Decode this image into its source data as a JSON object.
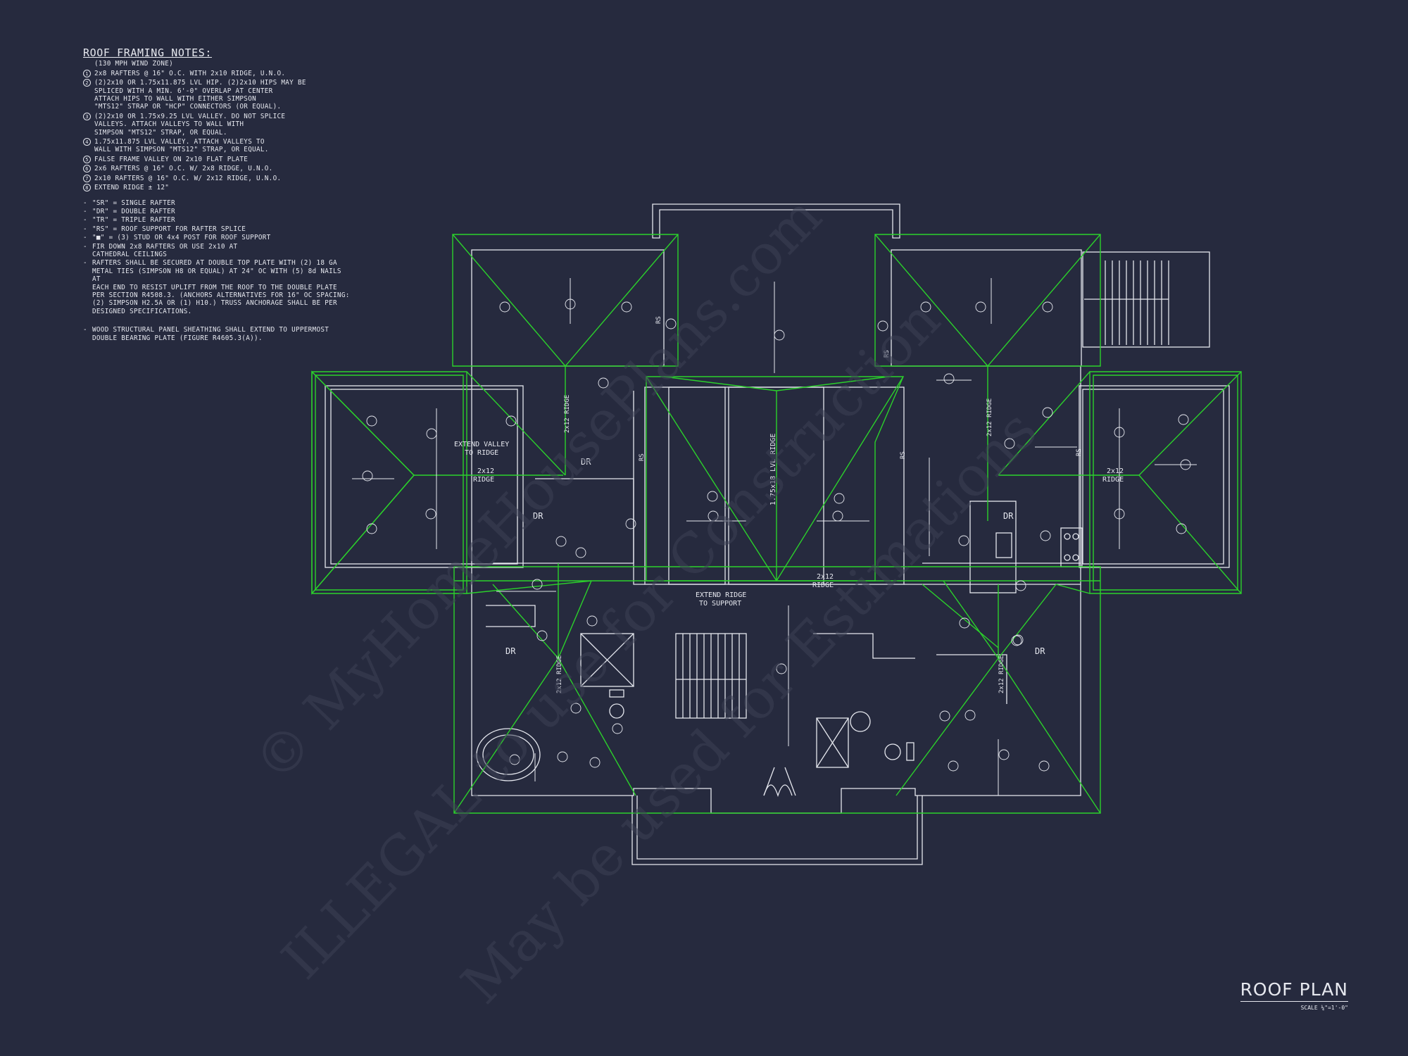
{
  "notes": {
    "title": "ROOF FRAMING NOTES:",
    "subtitle": "(130 MPH WIND ZONE)",
    "numbered": [
      {
        "num": "1",
        "text": "2x8 RAFTERS @ 16\" O.C. WITH 2x10 RIDGE, U.N.O."
      },
      {
        "num": "2",
        "text": "(2)2x10 OR 1.75x11.875 LVL HIP.  (2)2x10 HIPS MAY BE\nSPLICED WITH A MIN. 6'-0\" OVERLAP AT CENTER\nATTACH HIPS TO WALL WITH EITHER SIMPSON\n\"MTS12\" STRAP OR \"HCP\" CONNECTORS (OR EQUAL)."
      },
      {
        "num": "3",
        "text": "(2)2x10 OR 1.75x9.25 LVL VALLEY.  DO NOT SPLICE\nVALLEYS.  ATTACH VALLEYS TO WALL WITH\nSIMPSON \"MTS12\" STRAP, OR EQUAL."
      },
      {
        "num": "4",
        "text": "1.75x11.875 LVL VALLEY.  ATTACH VALLEYS TO\nWALL WITH SIMPSON \"MTS12\" STRAP, OR EQUAL."
      },
      {
        "num": "5",
        "text": "FALSE FRAME VALLEY ON 2x10 FLAT PLATE"
      },
      {
        "num": "6",
        "text": "2x6 RAFTERS @ 16\" O.C. W/ 2x8 RIDGE, U.N.O."
      },
      {
        "num": "7",
        "text": "2x10 RAFTERS @ 16\" O.C. W/ 2x12 RIDGE, U.N.O."
      },
      {
        "num": "8",
        "text": "EXTEND RIDGE ± 12\""
      }
    ],
    "bullets": [
      "\"SR\" = SINGLE RAFTER",
      "\"DR\" = DOUBLE RAFTER",
      "\"TR\" = TRIPLE RAFTER",
      "\"RS\" = ROOF SUPPORT FOR RAFTER SPLICE",
      "\"■\"  = (3) STUD OR 4x4 POST FOR ROOF SUPPORT",
      "FIR DOWN 2x8 RAFTERS OR USE 2x10 AT\nCATHEDRAL CEILINGS",
      "RAFTERS SHALL BE SECURED AT DOUBLE TOP PLATE WITH (2) 18 GA\nMETAL TIES (SIMPSON H8 OR EQUAL) AT 24\" OC WITH (5) 8d NAILS AT\nEACH END TO RESIST UPLIFT FROM THE ROOF TO THE DOUBLE PLATE\nPER SECTION R4508.3. (ANCHORS ALTERNATIVES FOR 16\" OC SPACING:\n(2) SIMPSON H2.5A OR (1) H10.) TRUSS ANCHORAGE SHALL BE PER\nDESIGNED SPECIFICATIONS."
    ],
    "bullet_last": "WOOD STRUCTURAL PANEL SHEATHING SHALL EXTEND TO UPPERMOST\nDOUBLE BEARING PLATE (FIGURE R4605.3(A))."
  },
  "labels": {
    "extend_valley": "EXTEND VALLEY\nTO RIDGE",
    "ridge_2x12": "2x12\nRIDGE",
    "lvl_ridge": "1.75x18 LVL RIDGE",
    "extend_ridge": "EXTEND RIDGE\nTO SUPPORT",
    "dr": "DR",
    "rs": "RS"
  },
  "titleblock": {
    "title": "ROOF PLAN",
    "scale": "SCALE ¼\"=1'-0\""
  },
  "watermark": {
    "line1": "© MyHomeHousePlans.com",
    "line2": "ILLEGAL to use for Construction",
    "line3": "May be used for Estimations"
  },
  "colors": {
    "background": "#262a3e",
    "linework": "#e6e8ef",
    "roof_lines": "#2bd12b"
  }
}
